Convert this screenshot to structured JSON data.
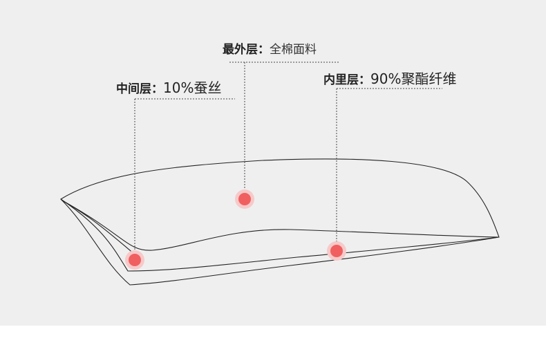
{
  "layers": {
    "outer": {
      "name": "最外层",
      "separator": "：",
      "material": "全棉面料"
    },
    "middle": {
      "name": "中间层",
      "separator": "：",
      "material": "10%蚕丝"
    },
    "inner": {
      "name": "内里层",
      "separator": "：",
      "material": "90%聚酯纤维"
    }
  },
  "colors": {
    "background": "#efefef",
    "marker": "#f06060",
    "marker_halo": "#f7c9c9",
    "line": "#222222"
  }
}
